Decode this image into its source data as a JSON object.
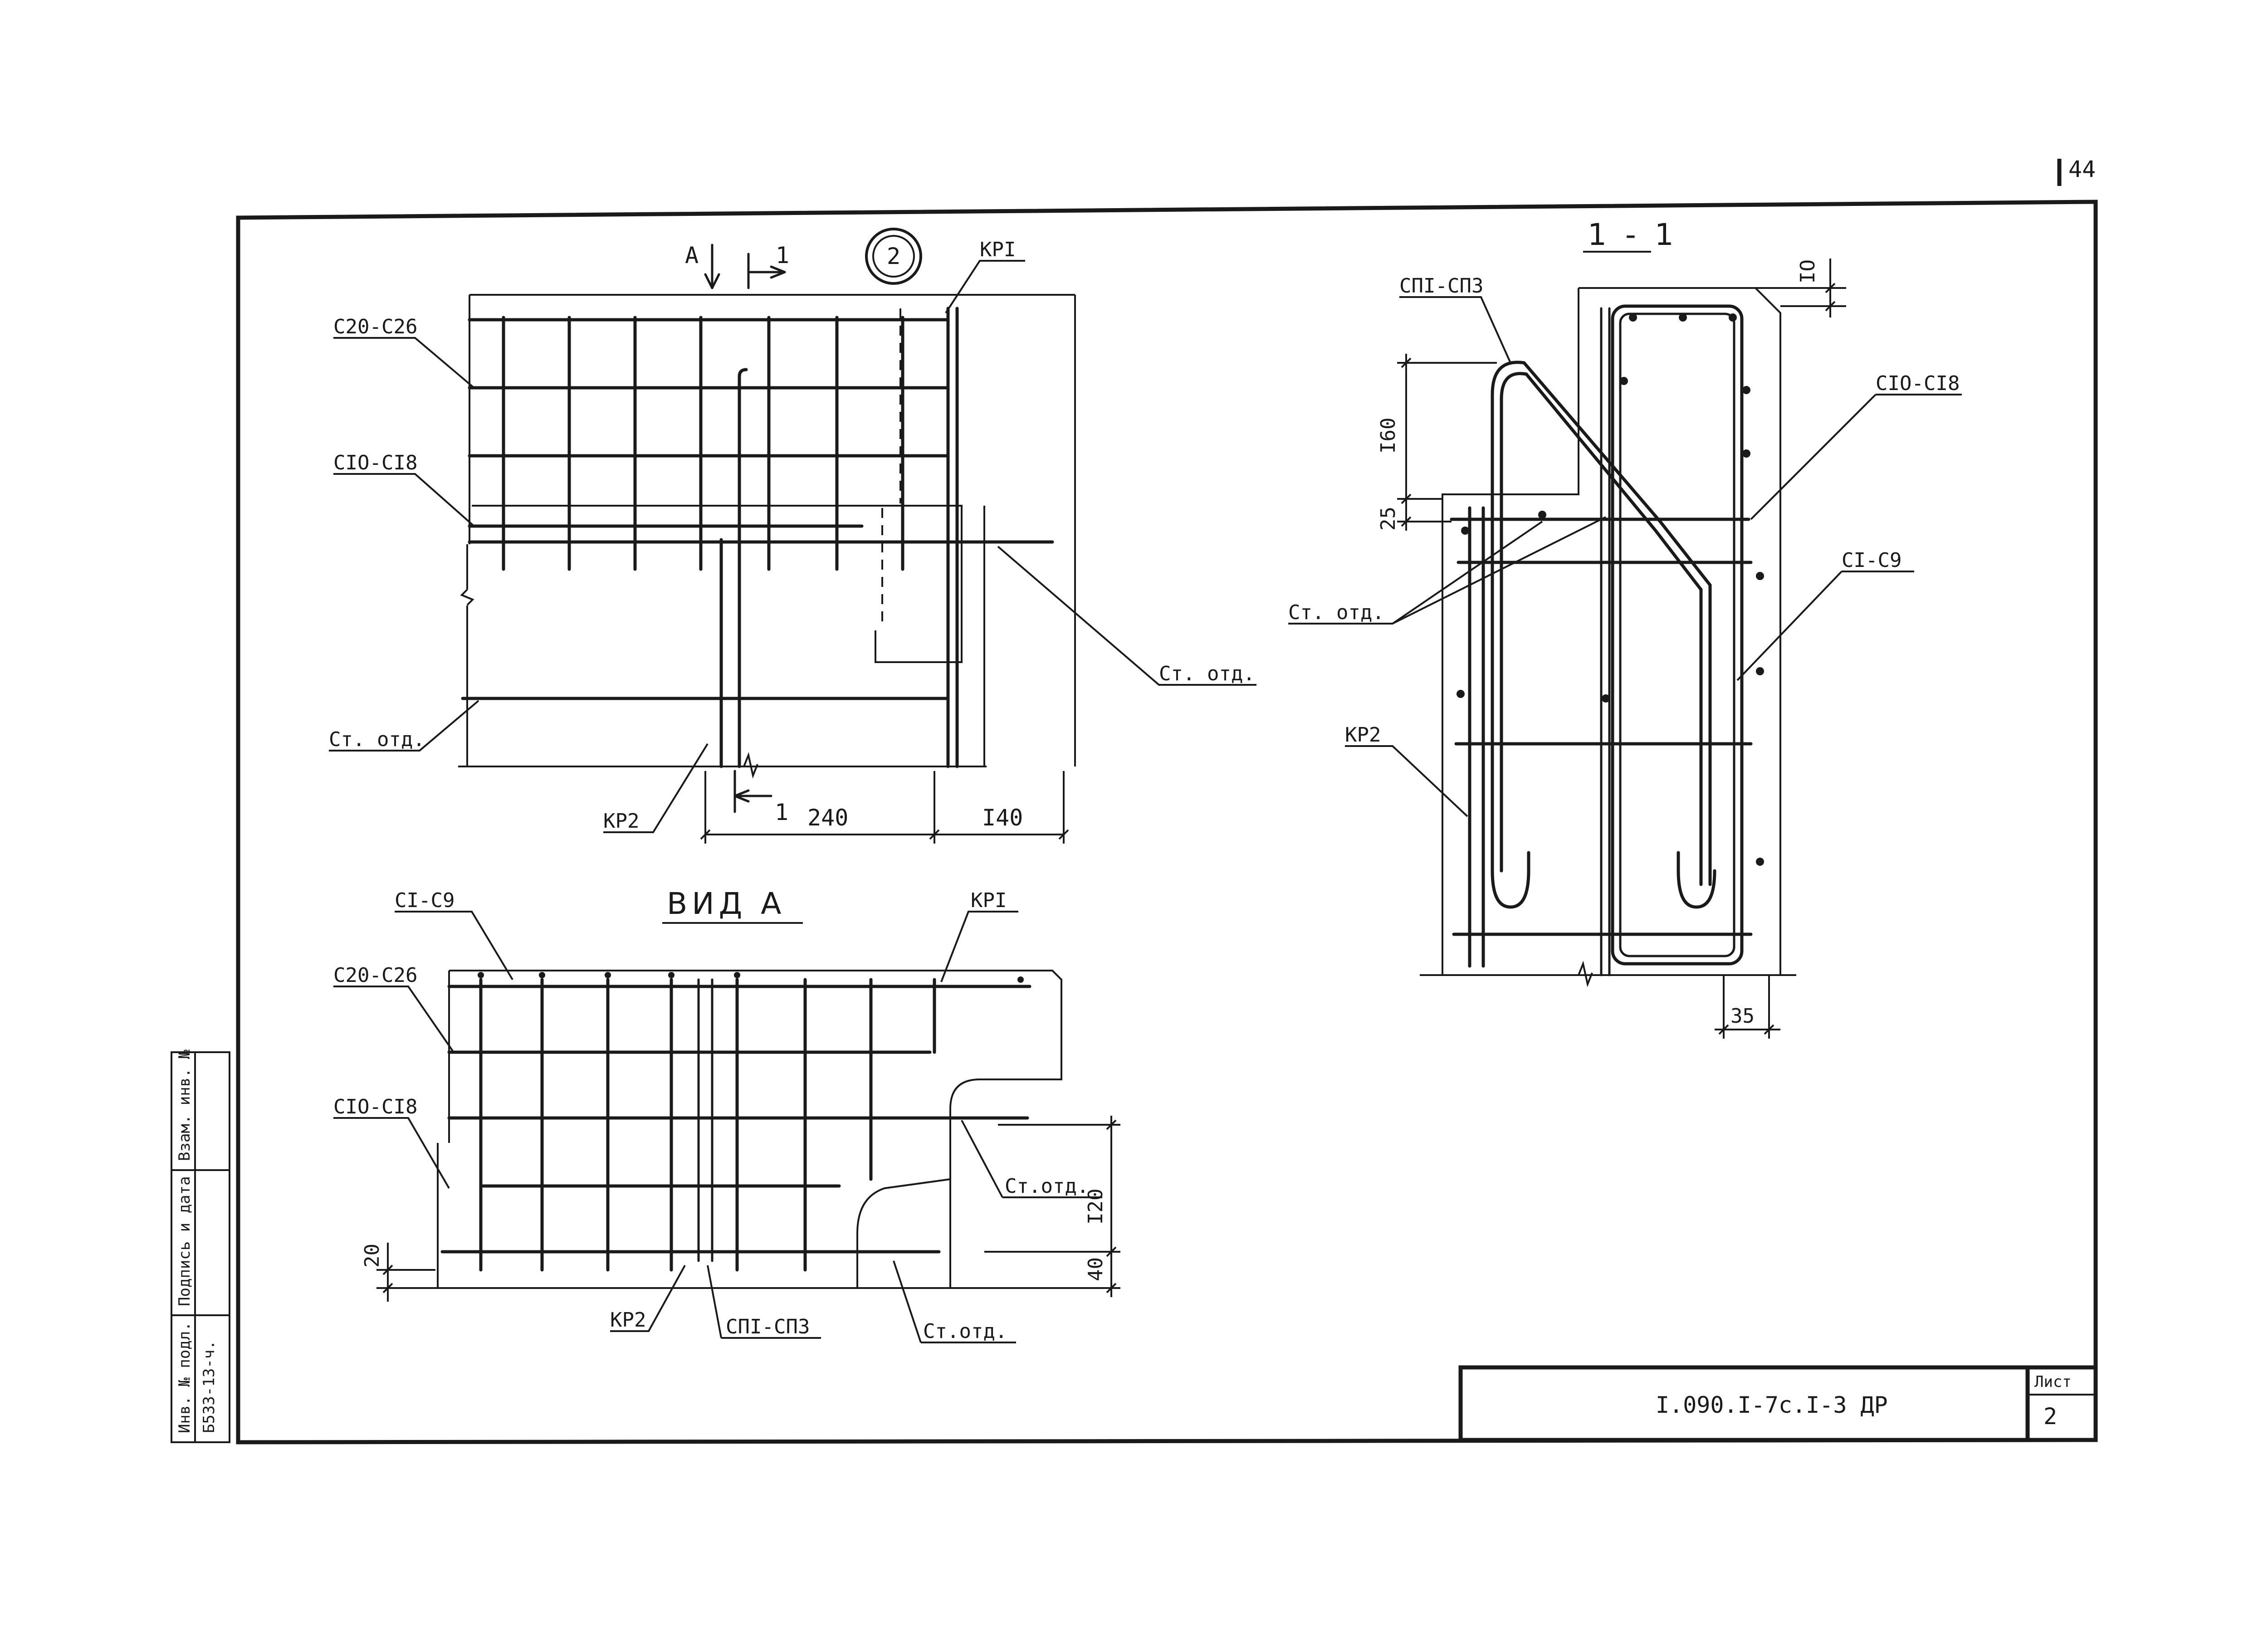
{
  "sheet": {
    "page_corner_number": "44",
    "detail_marker": "2",
    "view_title": "ВИД А",
    "section_title": "1 - 1",
    "section_letter": "А",
    "section_number": "1",
    "designation": "I.090.I-7c.I-3 ДР",
    "sheet_label": "Лист",
    "sheet_number": "2"
  },
  "side_stamp": {
    "col1": "Инв. № подл.",
    "col2": "Подпись и дата",
    "col3": "Взам. инв. №",
    "inventory": "Б533-13-ч."
  },
  "top_left_view": {
    "labels": {
      "c20": "C20-C26",
      "c10": "CIO-CI8",
      "st1": "Ст. отд.",
      "st2": "Ст. отд.",
      "kp1": "КРI",
      "kp2": "КР2"
    },
    "dims": {
      "d240": "240",
      "d140": "I40"
    }
  },
  "view_a": {
    "labels": {
      "c1": "CI-C9",
      "c20": "C20-C26",
      "c10": "CIO-CI8",
      "kp1": "КРI",
      "kp2": "КР2",
      "sp": "СПI-СПЗ",
      "st1": "Ст.отд.",
      "st2": "Ст.отд."
    },
    "dims": {
      "d20": "20",
      "d120": "I20",
      "d40": "40"
    }
  },
  "section_1_1": {
    "labels": {
      "sp": "СПI-СПЗ",
      "c10": "CIO-CI8",
      "c1": "CI-C9",
      "st": "Ст. отд.",
      "kp2": "КР2"
    },
    "dims": {
      "d10": "IO",
      "d160": "I60",
      "d25": "25",
      "d35": "35"
    }
  }
}
